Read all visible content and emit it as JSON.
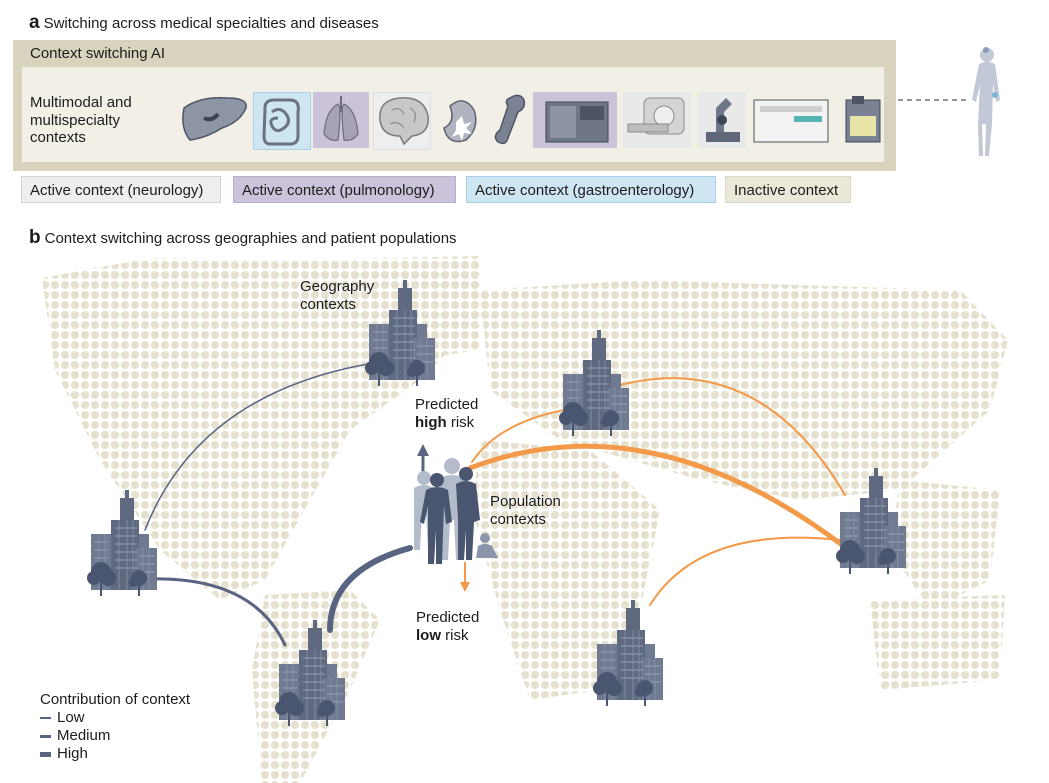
{
  "panel_a": {
    "letter": "a",
    "title": "Switching across medical specialties and diseases",
    "box_title": "Context switching AI",
    "contexts_label": [
      "Multimodal and",
      "multispecialty",
      "contexts"
    ],
    "legend": {
      "neurology": "Active context (neurology)",
      "pulmonology": "Active context (pulmonology)",
      "gastroenterology": "Active context (gastroenterology)",
      "inactive": "Inactive context"
    }
  },
  "panel_b": {
    "letter": "b",
    "title": "Context switching across geographies and patient populations",
    "geography_label": [
      "Geography",
      "contexts"
    ],
    "population_label": [
      "Population",
      "contexts"
    ],
    "high_risk": {
      "line1": "Predicted",
      "bold": "high",
      "rest": " risk"
    },
    "low_risk": {
      "line1": "Predicted",
      "bold": "low",
      "rest": " risk"
    },
    "contribution": {
      "title": "Contribution of context",
      "items": [
        "Low",
        "Medium",
        "High"
      ]
    }
  },
  "colors": {
    "neurology": "#eeeeee",
    "pulmonology": "#cbc3da",
    "gastroenterology": "#cde6f2",
    "inactive": "#ebe8da",
    "blue_gray": "#586481",
    "orange": "#f39a4a",
    "map_dots": "#e6e1ce"
  }
}
